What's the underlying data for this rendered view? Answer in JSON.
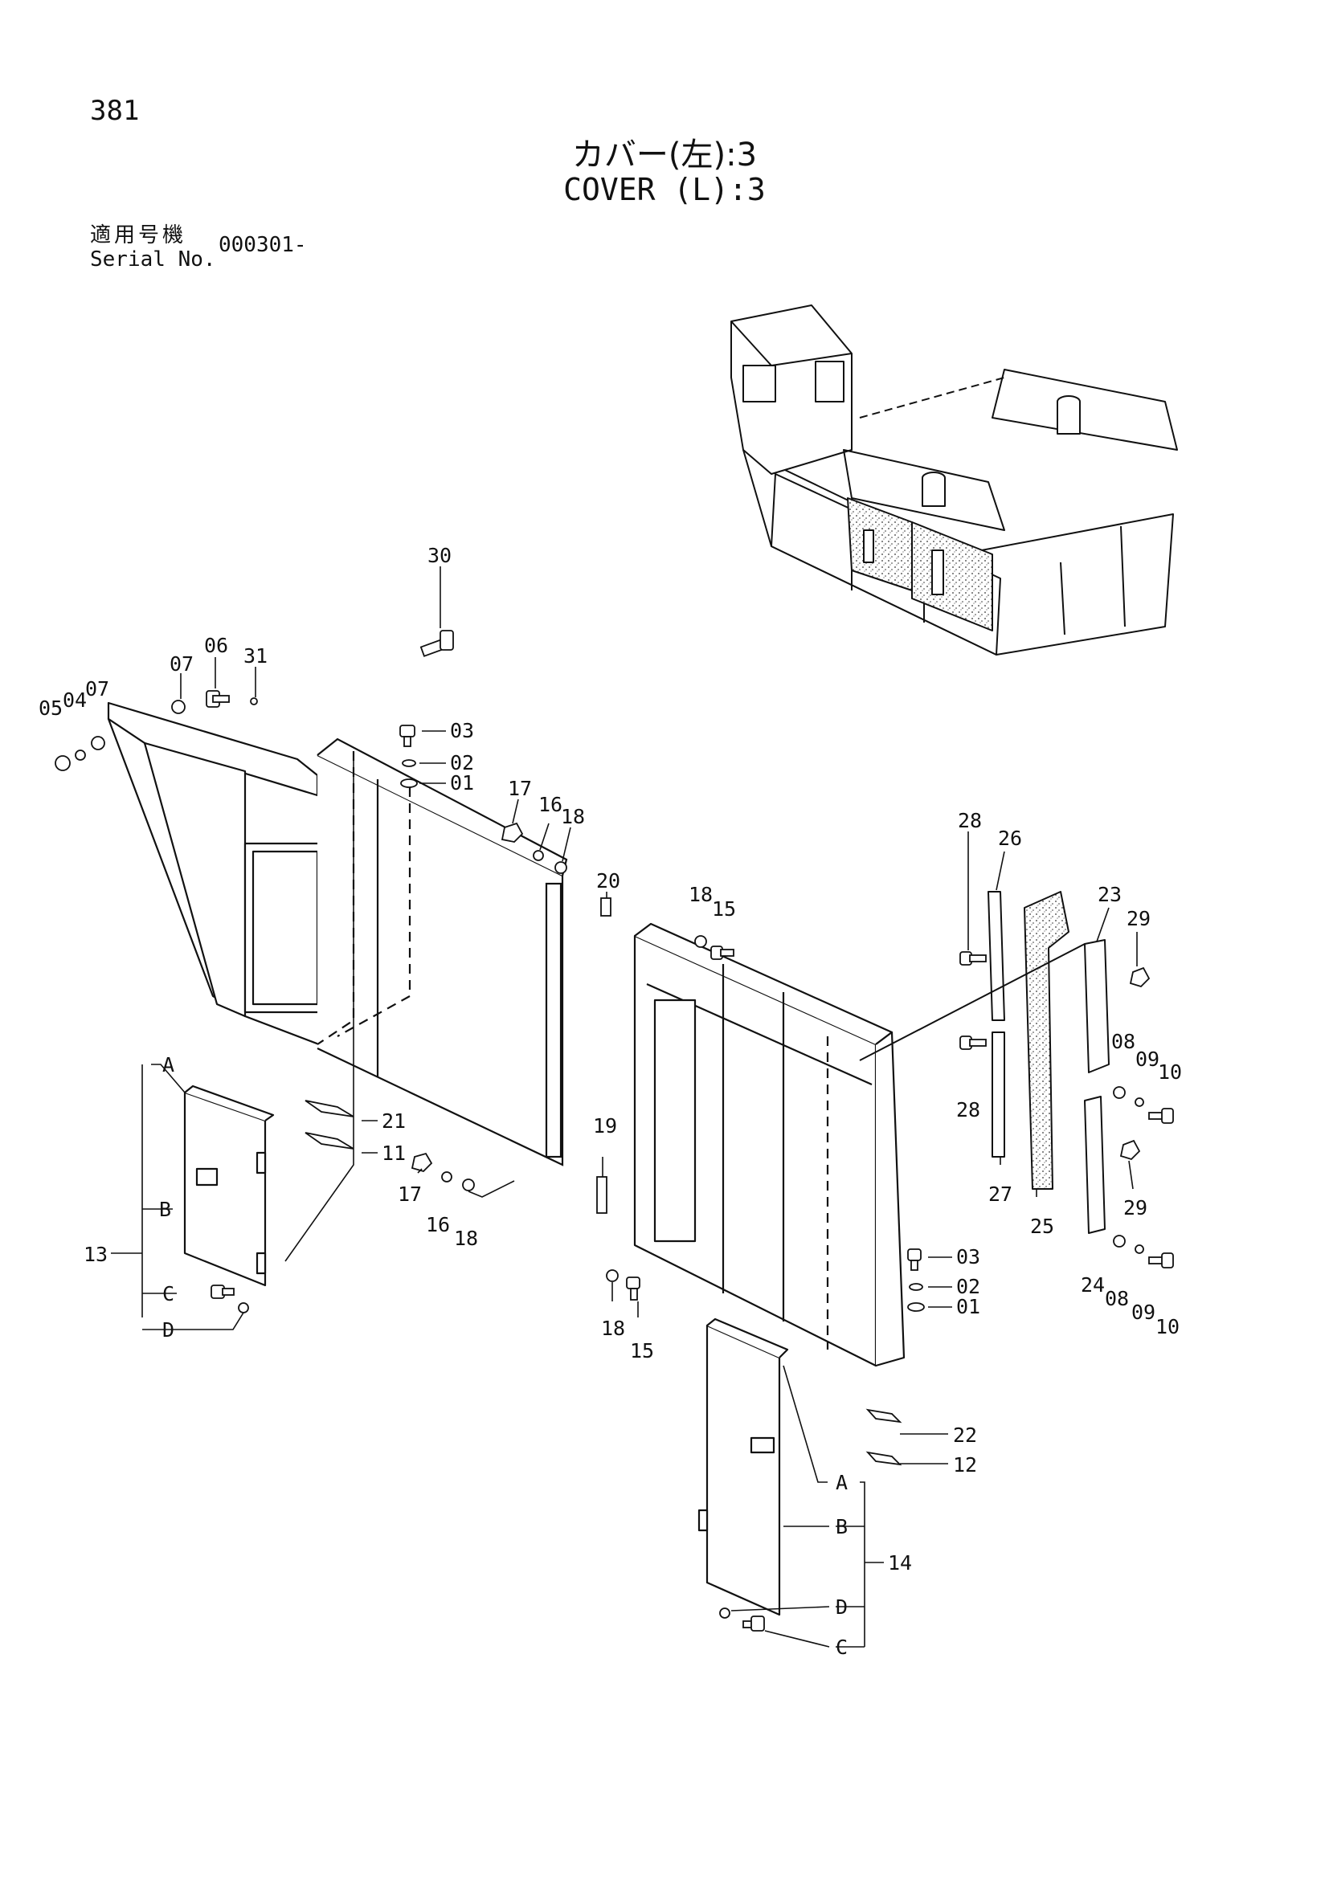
{
  "header": {
    "page_number": "381",
    "title_jp": "カバー(左):3",
    "title_en": "COVER (L):3",
    "serial_label_jp": "適用号機",
    "serial_label_en": "Serial No.",
    "serial_value": "000301-"
  },
  "callouts": {
    "p30": "30",
    "p07a": "07",
    "p06": "06",
    "p31": "31",
    "p05": "05",
    "p04": "04",
    "p07b": "07",
    "p03a": "03",
    "p02a": "02",
    "p01a": "01",
    "p17a": "17",
    "p16a": "16",
    "p18a": "18",
    "p20": "20",
    "p18b": "18",
    "p15a": "15",
    "p28a": "28",
    "p26": "26",
    "p23": "23",
    "p29a": "29",
    "p08a": "08",
    "p09a": "09",
    "p10a": "10",
    "pA1": "A",
    "pB1": "B",
    "p13": "13",
    "pC1": "C",
    "pD1": "D",
    "p21": "21",
    "p11": "11",
    "p17b": "17",
    "p16b": "16",
    "p18c": "18",
    "p19": "19",
    "p18d": "18",
    "p15b": "15",
    "p28b": "28",
    "p27": "27",
    "p25": "25",
    "p29b": "29",
    "p24": "24",
    "p08b": "08",
    "p09b": "09",
    "p10b": "10",
    "p03b": "03",
    "p02b": "02",
    "p01b": "01",
    "p22": "22",
    "p12": "12",
    "pA2": "A",
    "pB2": "B",
    "p14": "14",
    "pD2": "D",
    "pC2": "C"
  }
}
